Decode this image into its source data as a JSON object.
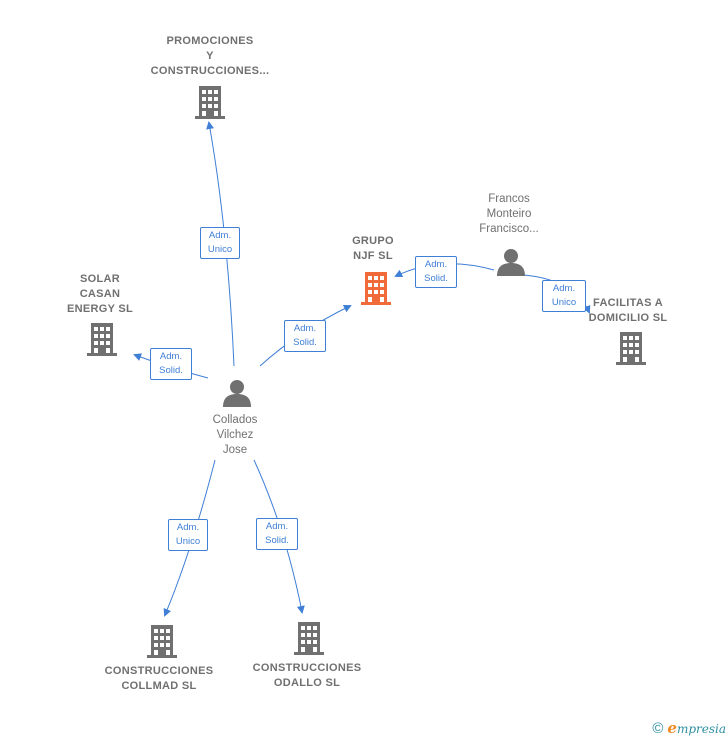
{
  "nodes": {
    "promociones": {
      "label_lines": [
        "PROMOCIONES",
        "Y",
        "CONSTRUCCIONES..."
      ]
    },
    "grupo_njf": {
      "label_lines": [
        "GRUPO",
        "NJF  SL"
      ]
    },
    "francos": {
      "label_lines": [
        "Francos",
        "Monteiro",
        "Francisco..."
      ]
    },
    "solar_casan": {
      "label_lines": [
        "SOLAR",
        "CASAN",
        "ENERGY  SL"
      ]
    },
    "facilitas": {
      "label_lines": [
        "FACILITAS A",
        "DOMICILIO SL"
      ]
    },
    "collados": {
      "label_lines": [
        "Collados",
        "Vilchez",
        "Jose"
      ]
    },
    "collmad": {
      "label_lines": [
        "CONSTRUCCIONES",
        "COLLMAD  SL"
      ]
    },
    "odallo": {
      "label_lines": [
        "CONSTRUCCIONES",
        "ODALLO SL"
      ]
    }
  },
  "edges": {
    "collados_promociones": {
      "label_lines": [
        "Adm.",
        "Unico"
      ]
    },
    "collados_grupo": {
      "label_lines": [
        "Adm.",
        "Solid."
      ]
    },
    "collados_solar": {
      "label_lines": [
        "Adm.",
        "Solid."
      ]
    },
    "collados_collmad": {
      "label_lines": [
        "Adm.",
        "Unico"
      ]
    },
    "collados_odallo": {
      "label_lines": [
        "Adm.",
        "Solid."
      ]
    },
    "francos_grupo": {
      "label_lines": [
        "Adm.",
        "Solid."
      ]
    },
    "francos_facilitas": {
      "label_lines": [
        "Adm.",
        "Unico"
      ]
    }
  },
  "colors": {
    "edge": "#3f7fd6",
    "company_icon": "#707070",
    "highlight_company_icon": "#f06a3a",
    "person_icon": "#707070"
  },
  "footer": {
    "copyright_symbol": "©",
    "brand_initial": "e",
    "brand_rest": "mpresia"
  }
}
